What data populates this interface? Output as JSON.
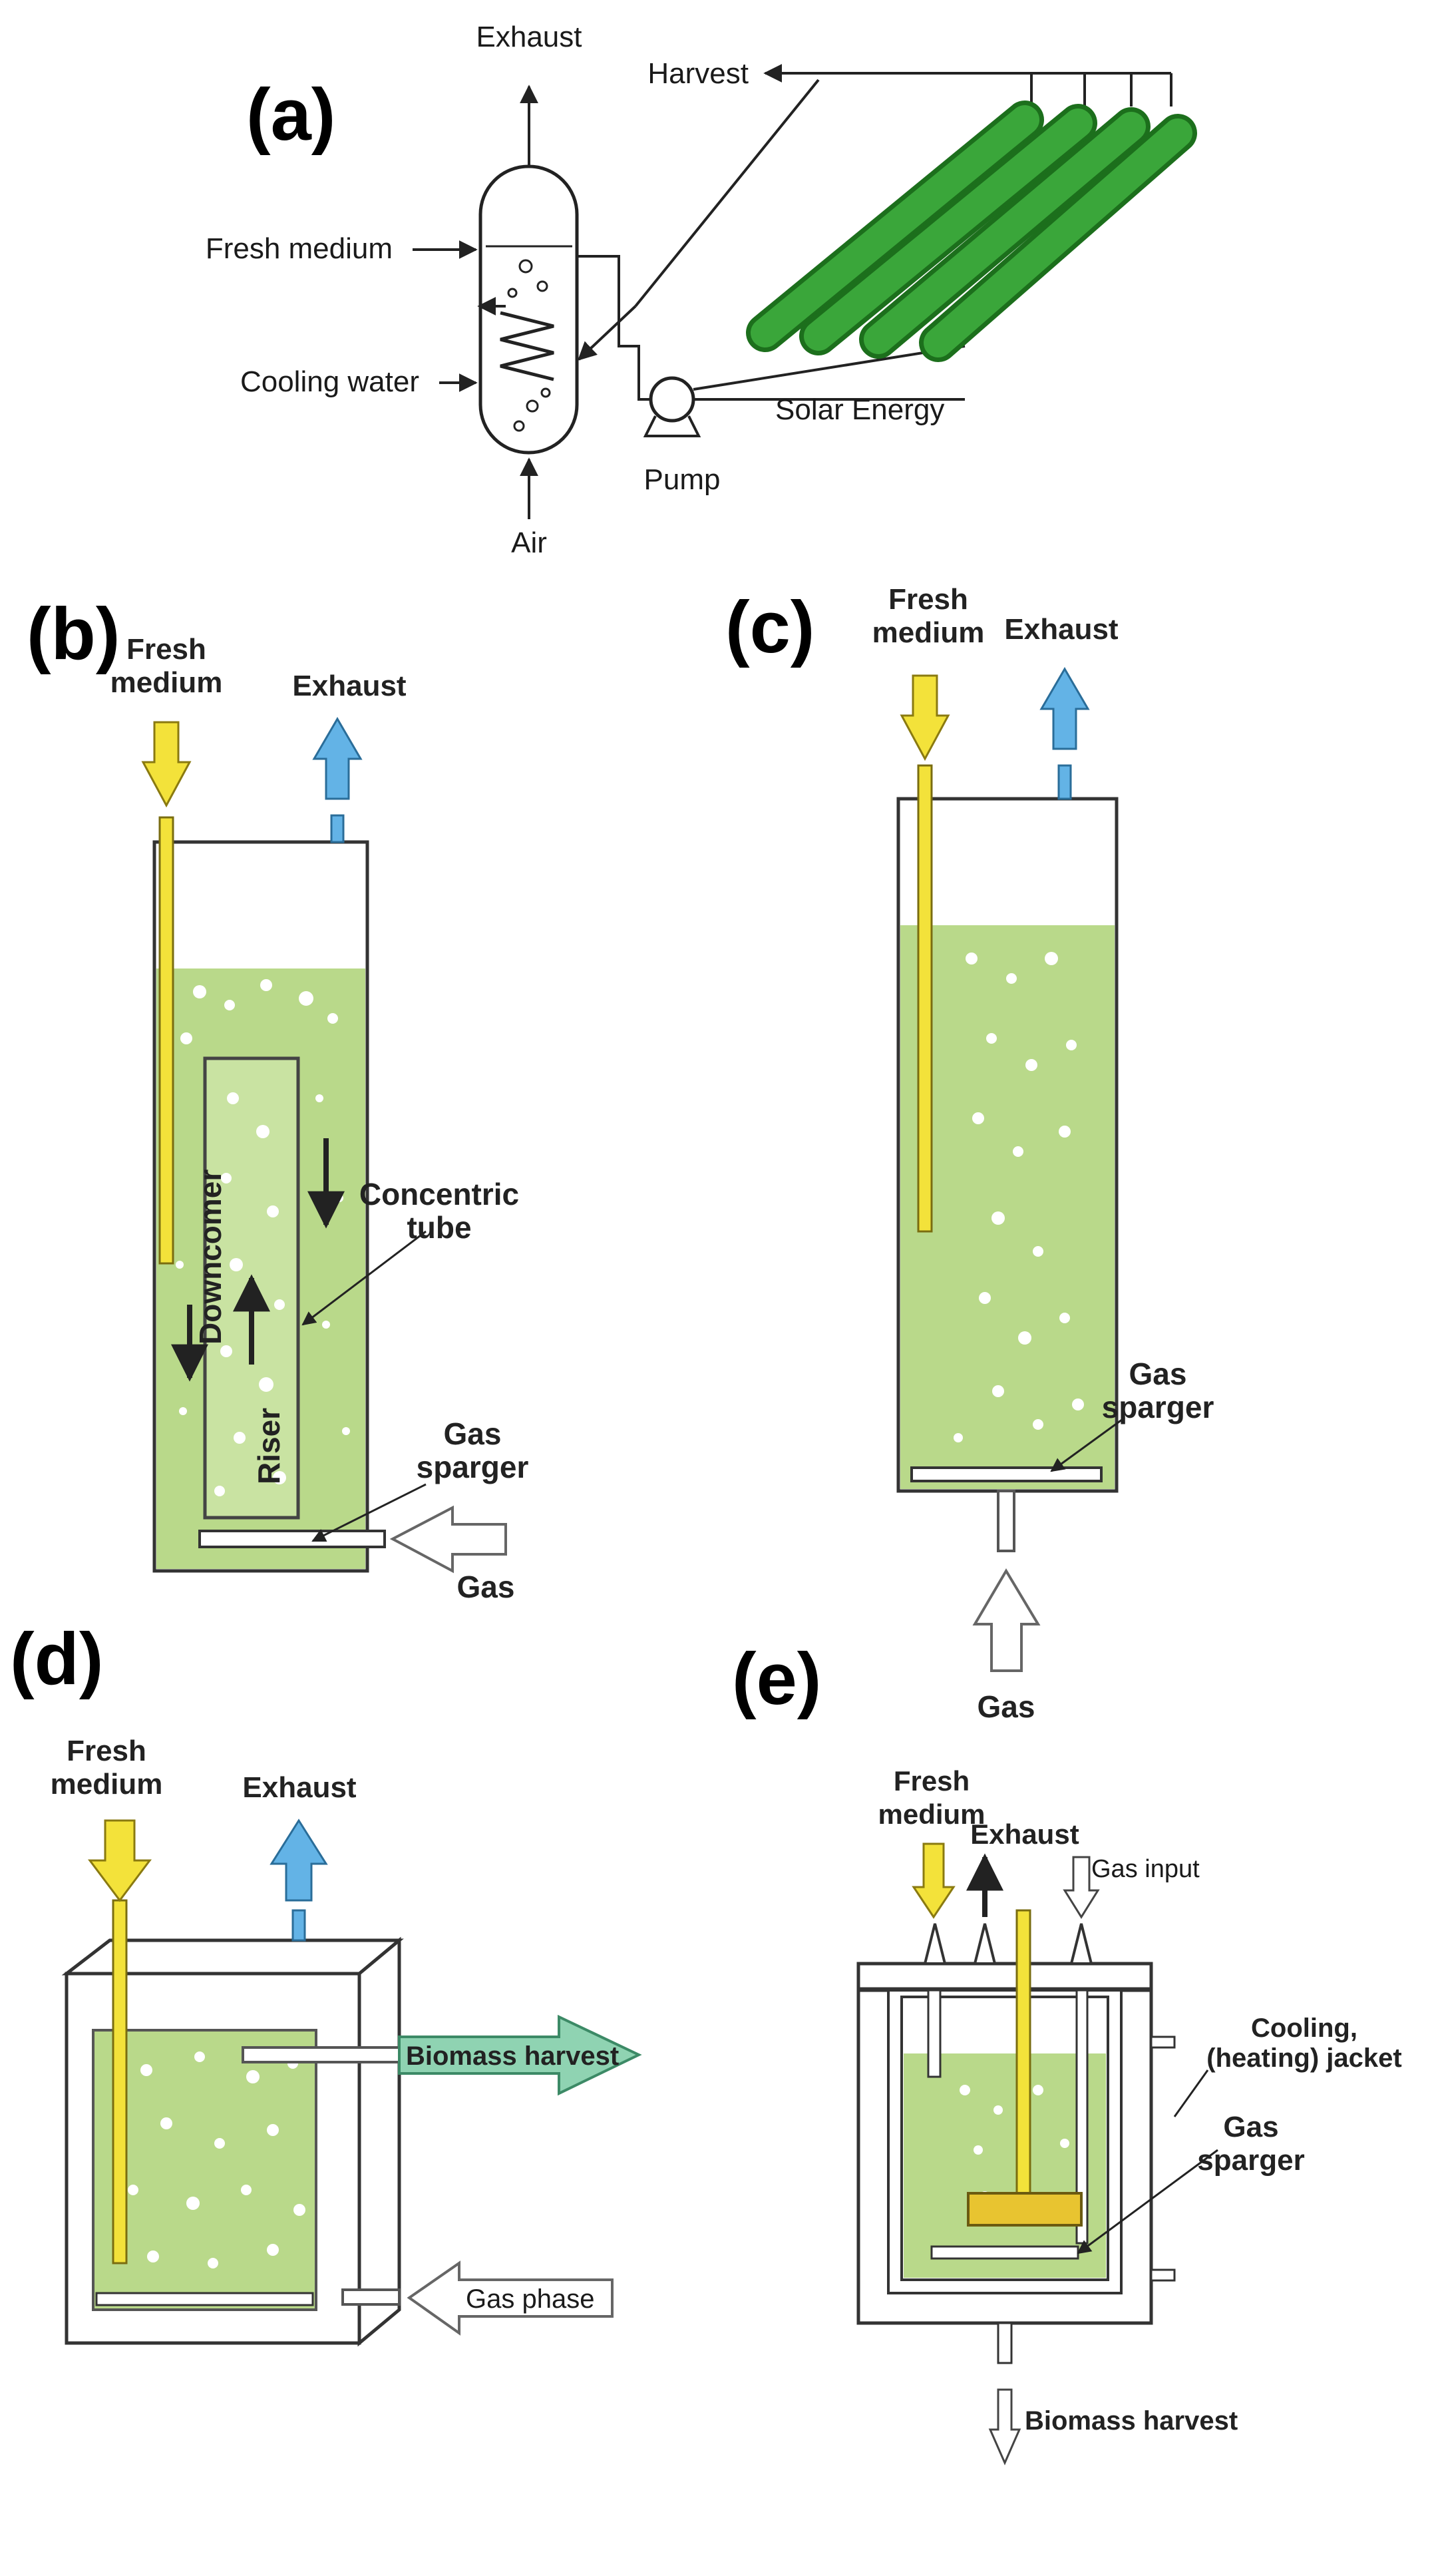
{
  "colors": {
    "medium_green": "#b9d98a",
    "tube_green": "#3aa63a",
    "yellow_arrow": "#f3e23a",
    "blue_arrow": "#63b3e6",
    "harvest_arrow": "#8fd3b2",
    "stroke": "#333333"
  },
  "panel_a": {
    "label": "(a)",
    "exhaust": "Exhaust",
    "harvest": "Harvest",
    "fresh_medium": "Fresh medium",
    "cooling_water": "Cooling water",
    "air": "Air",
    "pump": "Pump",
    "solar_energy": "Solar Energy"
  },
  "panel_b": {
    "label": "(b)",
    "fresh_medium_1": "Fresh",
    "fresh_medium_2": "medium",
    "exhaust": "Exhaust",
    "concentric_1": "Concentric",
    "concentric_2": "tube",
    "downcomer": "Downcomer",
    "riser": "Riser",
    "sparger_1": "Gas",
    "sparger_2": "sparger",
    "gas": "Gas"
  },
  "panel_c": {
    "label": "(c)",
    "fresh_medium_1": "Fresh",
    "fresh_medium_2": "medium",
    "exhaust": "Exhaust",
    "sparger_1": "Gas",
    "sparger_2": "sparger",
    "gas": "Gas"
  },
  "panel_d": {
    "label": "(d)",
    "fresh_medium_1": "Fresh",
    "fresh_medium_2": "medium",
    "exhaust": "Exhaust",
    "biomass_harvest": "Biomass harvest",
    "gas_phase": "Gas phase"
  },
  "panel_e": {
    "label": "(e)",
    "fresh_medium_1": "Fresh",
    "fresh_medium_2": "medium",
    "exhaust": "Exhaust",
    "gas_input": "Gas input",
    "jacket_1": "Cooling,",
    "jacket_2": "(heating) jacket",
    "sparger_1": "Gas",
    "sparger_2": "sparger",
    "biomass_harvest": "Biomass harvest"
  }
}
